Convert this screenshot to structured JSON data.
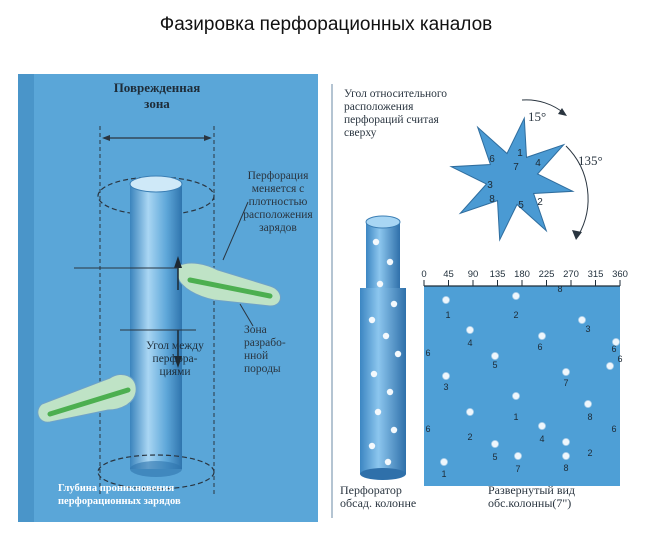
{
  "title": "Фазировка перфорационных каналов",
  "left": {
    "damaged_zone": [
      "Поврежденная",
      "зона"
    ],
    "perforation_changes": [
      "Перфорация",
      "меняется с",
      "плотностью",
      "расположения",
      "зарядов"
    ],
    "zone_destroyed": [
      "Зона",
      "разрабо-",
      "нной",
      "породы"
    ],
    "angle_between": [
      "Угол между",
      "перфора-",
      "циями"
    ],
    "depth": [
      "Глубина проникновения",
      "перфорационных зарядов"
    ]
  },
  "right": {
    "relative_angle": [
      "Угол относительного",
      "расположения",
      "перфораций считая",
      "сверху"
    ],
    "angle_small": "15°",
    "angle_large": "135°",
    "star_numbers": [
      "1",
      "2",
      "3",
      "4",
      "5",
      "6",
      "7",
      "8"
    ],
    "scale_ticks": [
      "0",
      "45",
      "90",
      "135",
      "180",
      "225",
      "270",
      "315",
      "360"
    ],
    "side_numbers": [
      "6",
      "6",
      "6",
      "6"
    ],
    "grid_numbers": [
      "8",
      "3",
      "1",
      "2",
      "4",
      "6",
      "5",
      "7",
      "8",
      "3",
      "1",
      "2",
      "4",
      "5",
      "7",
      "2",
      "6",
      "8",
      "1"
    ],
    "perforator_label": [
      "Перфоратор",
      "обсад. колонне"
    ],
    "unwrapped_label": [
      "Развернутый вид",
      "обс.колонны(7\")"
    ]
  },
  "colors": {
    "panel_blue": "#5aa6d8",
    "grid_blue": "#4e9fd6",
    "pipe_blue": "#4b8fc4",
    "zone_green": "#7cc68a"
  }
}
